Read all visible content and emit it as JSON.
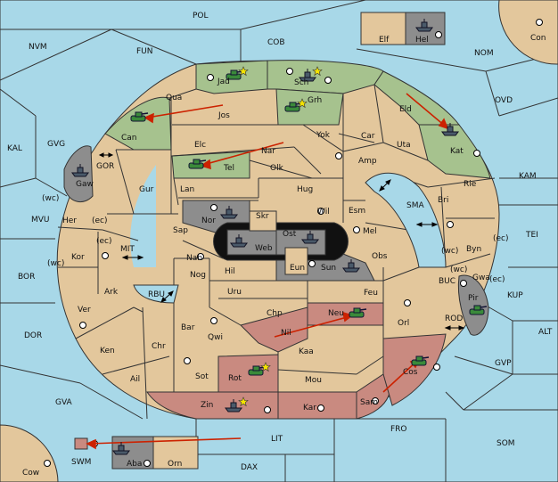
{
  "colors": {
    "sea": "#a8d8e8",
    "neutral": "#e3c79c",
    "green_power": "#a6c28e",
    "gray_power": "#8d8d8d",
    "rose_power": "#c98a80",
    "order_arrow": "#cc2200",
    "army": "#3a8a3a",
    "fleet": "#4a5a6a",
    "star": "#f5e400"
  },
  "labels": {
    "POL": "POL",
    "NVM": "NVM",
    "FUN": "FUN",
    "COB": "COB",
    "NOM": "NOM",
    "Con": "Con",
    "Elf": "Elf",
    "Hel": "Hel",
    "OVD": "OVD",
    "KAL": "KAL",
    "GVG": "GVG",
    "KAM": "KAM",
    "TEI": "TEI",
    "MVU": "MVU",
    "BOR": "BOR",
    "KUP": "KUP",
    "ALT": "ALT",
    "DOR": "DOR",
    "GVP": "GVP",
    "GVA": "GVA",
    "FRO": "FRO",
    "SOM": "SOM",
    "LIT": "LIT",
    "DAX": "DAX",
    "Cow": "Cow",
    "SWM": "SWM",
    "Aba": "Aba",
    "Orn": "Orn",
    "Jad": "Jad",
    "Sch": "Sch",
    "Qua": "Qua",
    "Jos": "Jos",
    "Grh": "Grh",
    "Eld": "Eld",
    "Can": "Can",
    "Elc": "Elc",
    "Yok": "Yok",
    "Car": "Car",
    "Uta": "Uta",
    "Nar": "Nar",
    "Tel": "Tel",
    "Olk": "Olk",
    "Amp": "Amp",
    "Kat": "Kat",
    "GOR": "GOR",
    "Gaw": "Gaw",
    "Gur": "Gur",
    "Lan": "Lan",
    "Hug": "Hug",
    "Rie": "Rie",
    "Bri": "Bri",
    "Nor": "Nor",
    "Skr": "Skr",
    "Wil": "Wil",
    "Esm": "Esm",
    "SMA": "SMA",
    "Her": "Her",
    "Sap": "Sap",
    "Ost": "Ost",
    "Mel": "Mel",
    "Byn": "Byn",
    "Web": "Web",
    "Kor": "Kor",
    "MIT": "MIT",
    "Nab": "Nab",
    "Eun": "Eun",
    "Sun": "Sun",
    "Obs": "Obs",
    "Gwa": "Gwa",
    "Hil": "Hil",
    "Nog": "Nog",
    "BUC": "BUC",
    "Ark": "Ark",
    "RBU": "RBU",
    "Uru": "Uru",
    "Feu": "Feu",
    "Pir": "Pir",
    "Ver": "Ver",
    "Chp": "Chp",
    "Neu": "Neu",
    "Bar": "Bar",
    "Orl": "Orl",
    "Qwi": "Qwi",
    "Nil": "Nil",
    "ROD": "ROD",
    "Ken": "Ken",
    "Chr": "Chr",
    "Kaa": "Kaa",
    "Rot": "Rot",
    "Ail": "Ail",
    "Sot": "Sot",
    "Cos": "Cos",
    "Mou": "Mou",
    "Zin": "Zin",
    "Kar": "Kar",
    "Sam": "Sam",
    "wc_gvg": "(wc)",
    "ec_her": "(ec)",
    "ec_kor": "(ec)",
    "wc_kor": "(wc)",
    "wc_byn": "(wc)",
    "ec_byn": "(ec)",
    "wc_gwa": "(wc)",
    "ec_gwa": "(ec)"
  },
  "units": [
    {
      "type": "army",
      "province": "Jad",
      "star": true
    },
    {
      "type": "fleet",
      "province": "Sch",
      "star": true
    },
    {
      "type": "army",
      "province": "Grh",
      "star": true
    },
    {
      "type": "army",
      "province": "Can",
      "star": false
    },
    {
      "type": "army",
      "province": "Tel",
      "star": false
    },
    {
      "type": "fleet",
      "province": "Kat",
      "star": false
    },
    {
      "type": "fleet",
      "province": "Gaw",
      "star": false
    },
    {
      "type": "fleet",
      "province": "Nor",
      "star": false
    },
    {
      "type": "fleet",
      "province": "Web",
      "star": false
    },
    {
      "type": "fleet",
      "province": "Ost",
      "star": false
    },
    {
      "type": "fleet",
      "province": "Sun",
      "star": false
    },
    {
      "type": "army",
      "province": "Pir",
      "star": false
    },
    {
      "type": "fleet",
      "province": "Hel",
      "star": false
    },
    {
      "type": "army",
      "province": "Neu",
      "star": false
    },
    {
      "type": "army",
      "province": "Rot",
      "star": true
    },
    {
      "type": "fleet",
      "province": "Zin",
      "star": true
    },
    {
      "type": "army",
      "province": "Cos",
      "star": false
    },
    {
      "type": "fleet",
      "province": "Aba",
      "star": false
    }
  ]
}
